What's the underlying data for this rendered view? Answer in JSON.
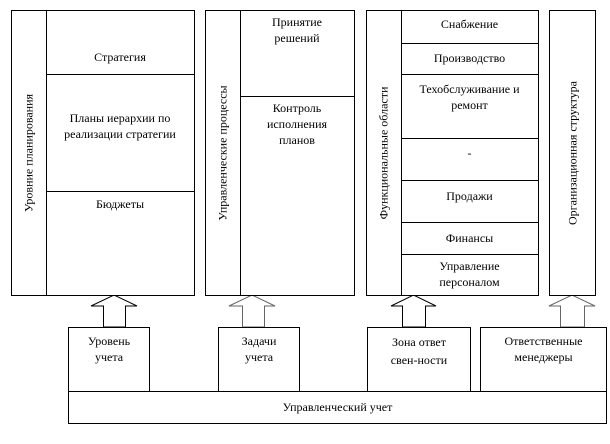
{
  "planning": {
    "label": "Уровние планирования",
    "rows": [
      "Стратегия",
      "Планы иерархии по реализации стратегии",
      "Бюджеты"
    ]
  },
  "processes": {
    "label": "Управленческие процессы",
    "rows": [
      "Принятие решений",
      "Контроль исполнения планов"
    ]
  },
  "functional": {
    "label": "Функциональные области",
    "rows": [
      "Снабжение",
      "Производство",
      "Техобслуживание и ремонт",
      "-",
      "Продажи",
      "Финансы",
      "Управление персоналом"
    ]
  },
  "org": {
    "label": "Организационная структура"
  },
  "bottom_boxes": [
    "Уровень учета",
    "Задачи учета",
    "Зона ответсвен-ности",
    "Ответственные менеджеры"
  ],
  "base": {
    "label": "Управленческий учет"
  }
}
